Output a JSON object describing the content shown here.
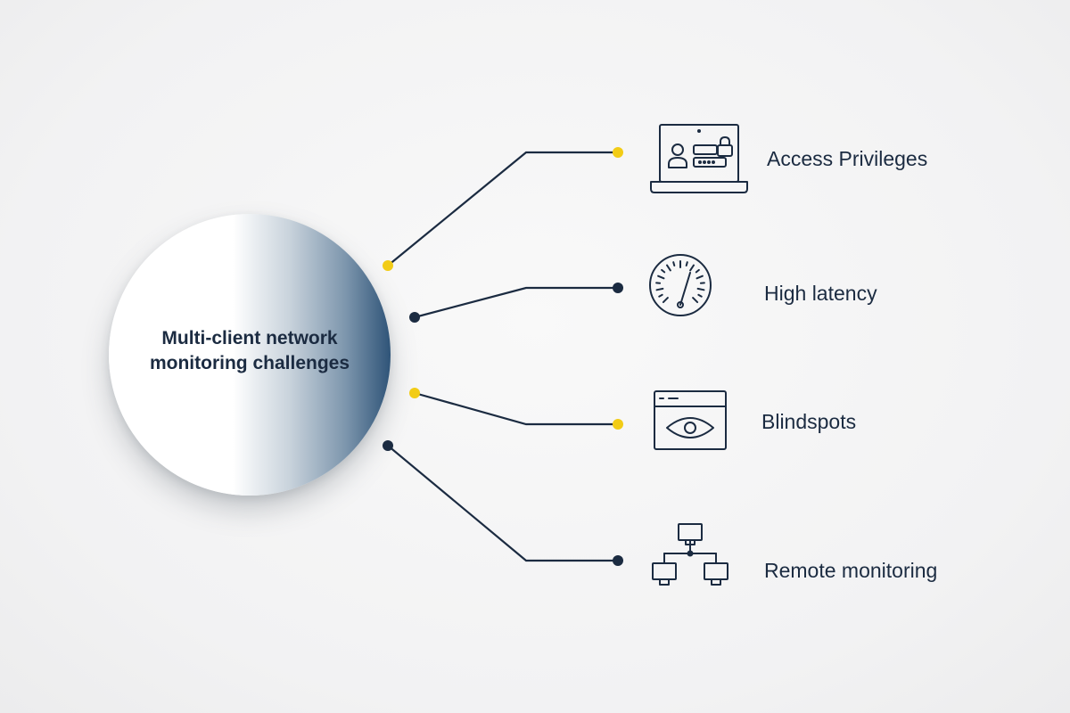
{
  "hub": {
    "title": "Multi-client network\nmonitoring challenges"
  },
  "items": [
    {
      "label": "Access Privileges",
      "icon": "laptop-login-icon",
      "dot_color": "#f2cc16"
    },
    {
      "label": "High latency",
      "icon": "speedometer-icon",
      "dot_color": "#1b2b41"
    },
    {
      "label": "Blindspots",
      "icon": "browser-eye-icon",
      "dot_color": "#f2cc16"
    },
    {
      "label": "Remote monitoring",
      "icon": "network-hierarchy-icon",
      "dot_color": "#1b2b41"
    }
  ],
  "colors": {
    "ink": "#1b2b41",
    "accent": "#f2cc16",
    "hub_shade": "#2f5478"
  }
}
